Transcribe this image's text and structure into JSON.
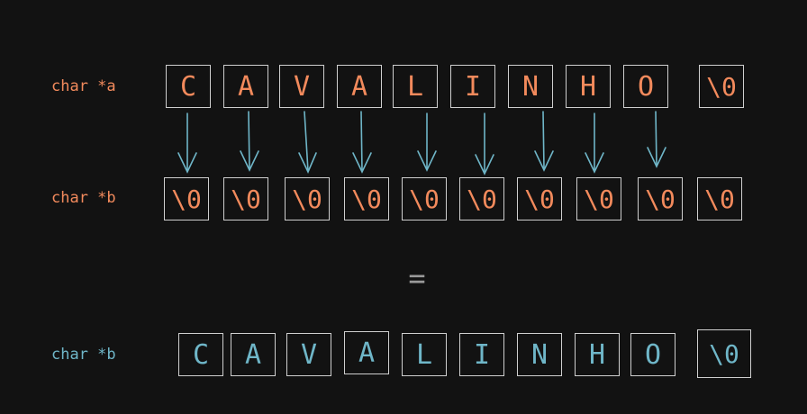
{
  "rows": {
    "a": {
      "label": "char *a",
      "cells": [
        "C",
        "A",
        "V",
        "A",
        "L",
        "I",
        "N",
        "H",
        "O",
        "\\0"
      ]
    },
    "b": {
      "label": "char *b",
      "cells": [
        "\\0",
        "\\0",
        "\\0",
        "\\0",
        "\\0",
        "\\0",
        "\\0",
        "\\0",
        "\\0",
        "\\0"
      ]
    },
    "result": {
      "label": "char *b",
      "cells": [
        "C",
        "A",
        "V",
        "A",
        "L",
        "I",
        "N",
        "H",
        "O",
        "\\0"
      ]
    }
  },
  "equals": "=",
  "colors": {
    "orange": "#f28a5c",
    "teal": "#6fb6c8",
    "box_border": "#cfcfcf",
    "background": "#121212"
  }
}
